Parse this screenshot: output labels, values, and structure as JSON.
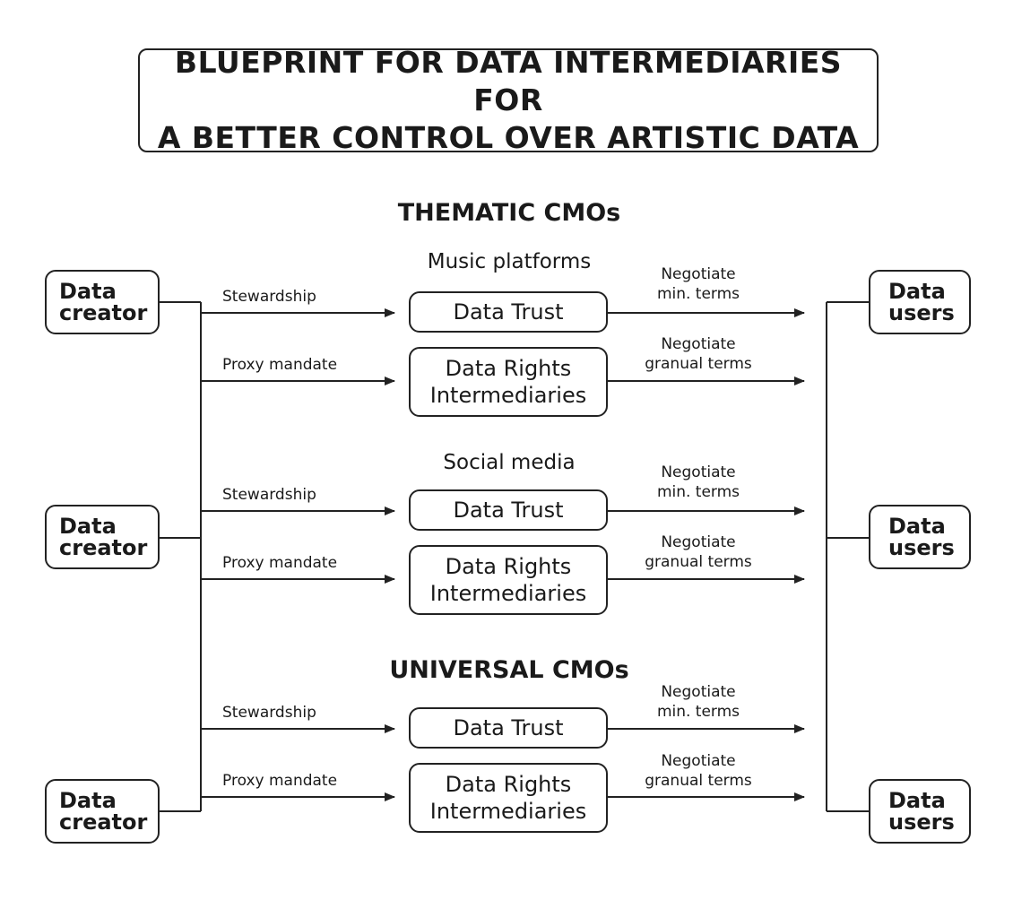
{
  "title": {
    "line1": "BLUEPRINT FOR DATA INTERMEDIARIES FOR",
    "line2": "A BETTER CONTROL OVER ARTISTIC DATA"
  },
  "sections": {
    "thematic": "THEMATIC CMOs",
    "music": "Music platforms",
    "social": "Social media",
    "universal": "UNIVERSAL CMOs"
  },
  "actors": {
    "creator_line1": "Data",
    "creator_line2": "creator",
    "user_line1": "Data",
    "user_line2": "users"
  },
  "intermediaries": {
    "trust": "Data Trust",
    "rights_line1": "Data Rights",
    "rights_line2": "Intermediaries"
  },
  "flows": {
    "stewardship": "Stewardship",
    "proxy": "Proxy mandate",
    "negotiate": "Negotiate",
    "min_terms": "min. terms",
    "granual_terms": "granual terms"
  }
}
